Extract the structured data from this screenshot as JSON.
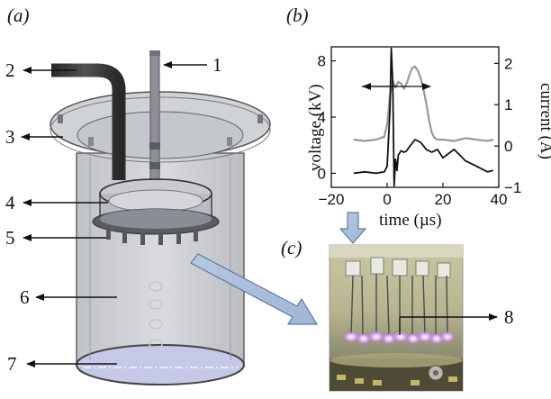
{
  "panels": {
    "a": "(a)",
    "b": "(b)",
    "c": "(c)"
  },
  "callouts": {
    "n1": "1",
    "n2": "2",
    "n3": "3",
    "n4": "4",
    "n5": "5",
    "n6": "6",
    "n7": "7",
    "n8": "8"
  },
  "chart_data": {
    "type": "line",
    "xlabel": "time (µs)",
    "ylabel_left": "voltage (kV)",
    "ylabel_right": "current (A)",
    "xlim": [
      -20,
      40
    ],
    "ylim_left": [
      -1,
      9
    ],
    "ylim_right": [
      -1,
      2.4
    ],
    "x_ticks": [
      "−20",
      "0",
      "20",
      "40"
    ],
    "y_left_ticks": [
      "0",
      "4",
      "8"
    ],
    "y_right_ticks": [
      "−1",
      "0",
      "1",
      "2"
    ],
    "series": [
      {
        "color": "#999999",
        "x": [
          -12,
          -8,
          -4,
          -1,
          0,
          1,
          2,
          3,
          4,
          5,
          6,
          7,
          8,
          9,
          10,
          11,
          12,
          13,
          14,
          15,
          16,
          17,
          18,
          20,
          24,
          28,
          32,
          36,
          38
        ],
        "y": [
          2.4,
          2.3,
          2.4,
          2.6,
          3.5,
          5.5,
          6.6,
          6.1,
          6.5,
          6.4,
          6.0,
          6.4,
          7.0,
          7.5,
          7.6,
          7.3,
          6.8,
          6.0,
          5.0,
          3.8,
          2.9,
          2.5,
          2.4,
          2.4,
          2.3,
          2.5,
          2.4,
          2.3,
          2.4
        ]
      },
      {
        "color": "#111111",
        "x": [
          -12,
          -8,
          -4,
          -1,
          0,
          1,
          1.5,
          2,
          2.5,
          3,
          3.5,
          4,
          5,
          6,
          7,
          8,
          10,
          12,
          14,
          16,
          18,
          20,
          24,
          28,
          32,
          36,
          38
        ],
        "y": [
          0.0,
          0.1,
          0.0,
          0.1,
          0.5,
          4.5,
          8.9,
          6.5,
          -0.9,
          1.0,
          0.2,
          1.3,
          1.6,
          1.5,
          1.6,
          1.9,
          2.4,
          2.2,
          1.7,
          1.5,
          1.7,
          1.1,
          1.7,
          0.9,
          0.5,
          0.1,
          0.2
        ]
      }
    ],
    "annotations": [
      "double-headed arrow indicating pulse duration"
    ]
  }
}
